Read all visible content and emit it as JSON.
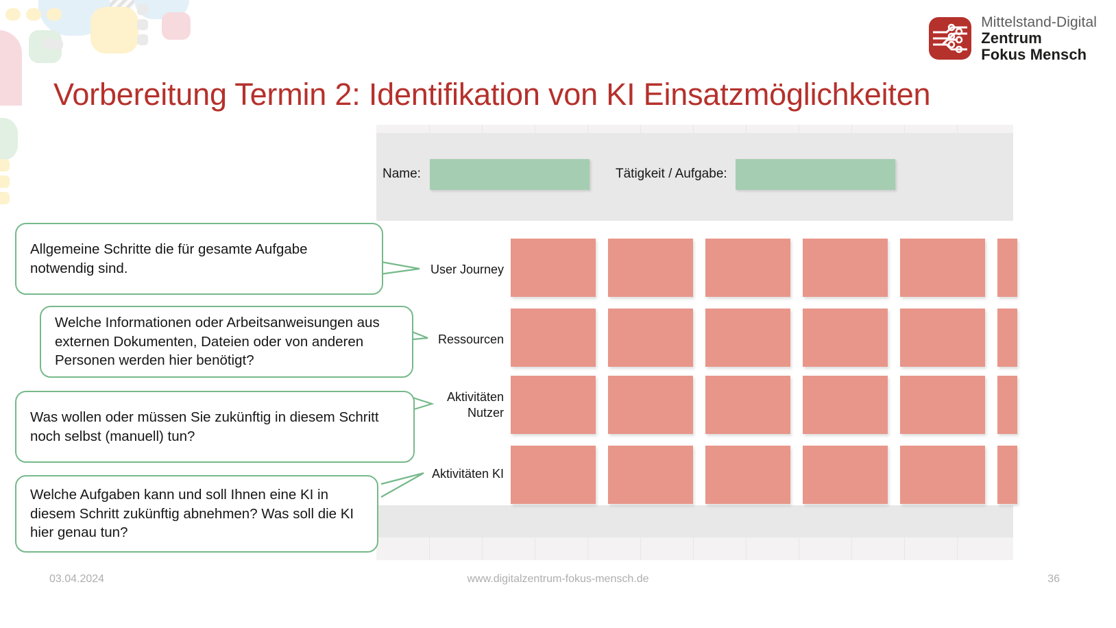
{
  "slide": {
    "title": "Vorbereitung Termin 2: Identifikation von KI Einsatzmöglichkeiten",
    "title_color": "#b5312c"
  },
  "logo": {
    "mark_name": "circuit-board-icon",
    "line1": "Mittelstand-Digital",
    "line2": "Zentrum",
    "line3": "Fokus Mensch",
    "mark_color": "#b5312c"
  },
  "form": {
    "name_label": "Name:",
    "name_value": "",
    "task_label": "Tätigkeit / Aufgabe:",
    "task_value": "",
    "field_color": "#a5cdb2"
  },
  "grid": {
    "cell_color": "#e8968a",
    "columns": 6,
    "rows": [
      {
        "label": "User Journey",
        "cells": [
          "",
          "",
          "",
          "",
          "",
          ""
        ]
      },
      {
        "label": "Ressourcen",
        "cells": [
          "",
          "",
          "",
          "",
          "",
          ""
        ]
      },
      {
        "label": "Aktivitäten\nNutzer",
        "cells": [
          "",
          "",
          "",
          "",
          "",
          ""
        ]
      },
      {
        "label": "Aktivitäten KI",
        "cells": [
          "",
          "",
          "",
          "",
          "",
          ""
        ]
      }
    ]
  },
  "callouts": [
    {
      "text": "Allgemeine Schritte die für gesamte Aufgabe notwendig sind."
    },
    {
      "text": "Welche Informationen oder Arbeitsanweisungen aus externen Dokumenten, Dateien oder von anderen Personen werden hier benötigt?"
    },
    {
      "text": "Was wollen oder müssen Sie zukünftig in diesem Schritt noch selbst (manuell) tun?"
    },
    {
      "text": "Welche Aufgaben kann und soll Ihnen eine KI in diesem Schritt zukünftig abnehmen? Was soll die KI hier genau tun?"
    }
  ],
  "footer": {
    "date": "03.04.2024",
    "url": "www.digitalzentrum-fokus-mensch.de",
    "page": "36"
  },
  "decor": {
    "yellow": "#fdf2cb",
    "blue": "#e3f0f8",
    "pink": "#f7dade",
    "green": "#e2efe3",
    "grey": "#eaeaea"
  }
}
